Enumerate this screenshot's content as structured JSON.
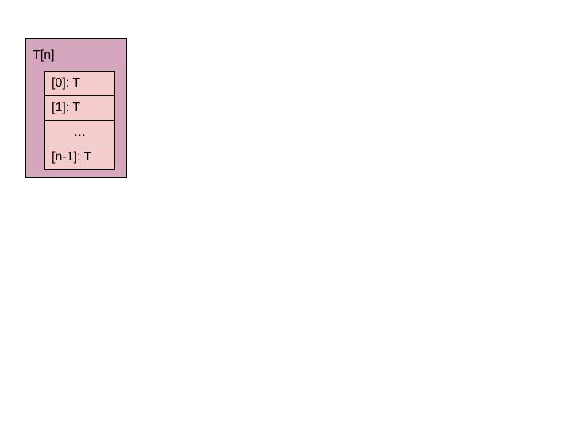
{
  "array": {
    "title": "T[n]",
    "fill_color": "#d5a6bd",
    "cell_color": "#f4cccc",
    "cells": [
      {
        "label": "[0]: T"
      },
      {
        "label": "[1]: T"
      },
      {
        "label": "…"
      },
      {
        "label": "[n-1]: T"
      }
    ]
  }
}
